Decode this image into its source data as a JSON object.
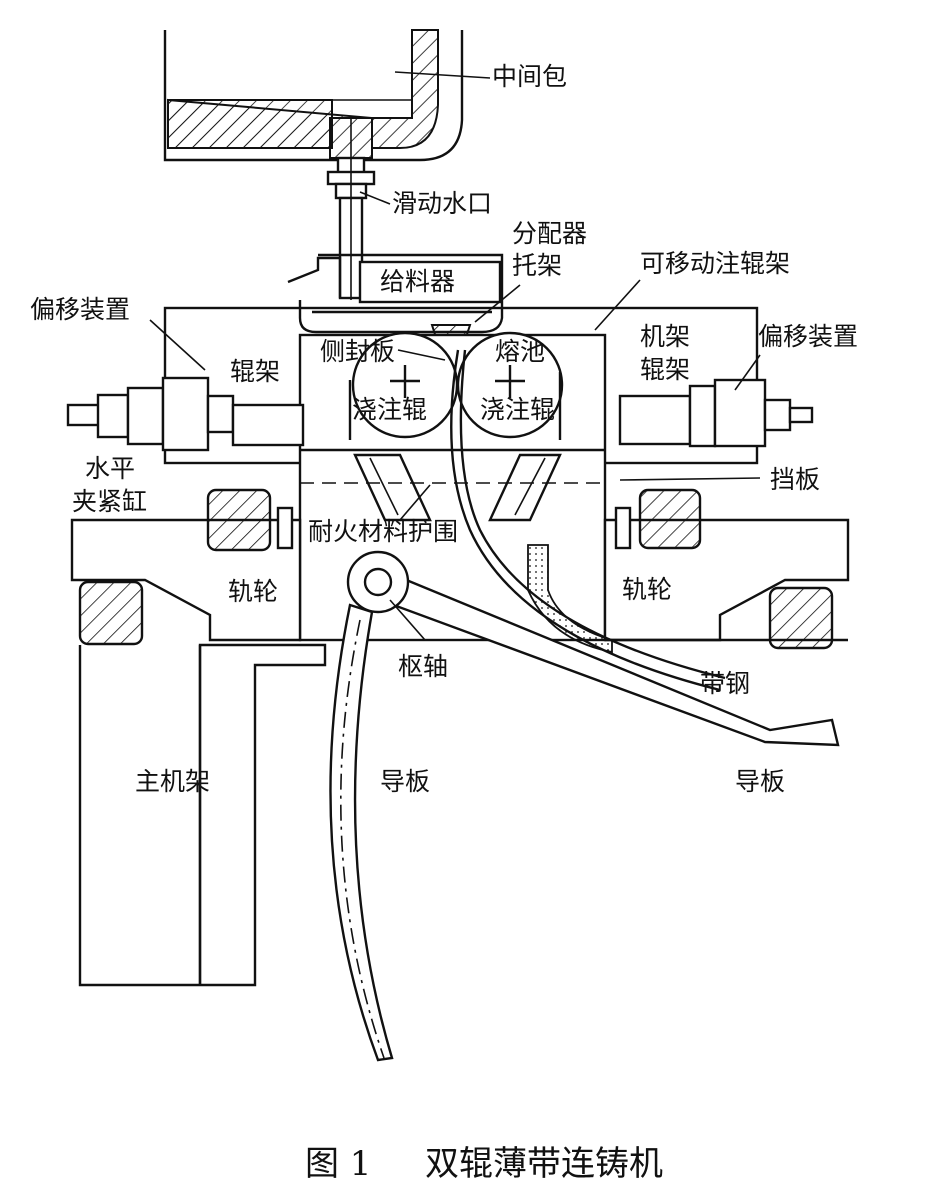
{
  "labels": {
    "tundish": "中间包",
    "slide_gate": "滑动水口",
    "distributor": "分配器",
    "bracket": "托架",
    "feeder": "给料器",
    "movable_roll_frame": "可移动注辊架",
    "offset_left": "偏移装置",
    "offset_right": "偏移装置",
    "roll_frame_left": "辊架",
    "frame": "机架",
    "roll_frame_right": "辊架",
    "side_seal": "侧封板",
    "pool": "熔池",
    "casting_roll_left": "浇注辊",
    "casting_roll_right": "浇注辊",
    "horizontal": "水平",
    "clamp_cylinder": "夹紧缸",
    "baffle": "挡板",
    "refractory": "耐火材料护围",
    "rail_wheel_left": "轨轮",
    "rail_wheel_right": "轨轮",
    "pivot": "枢轴",
    "strip": "带钢",
    "guide_right": "导板",
    "main_frame": "主机架",
    "guide_left": "导板"
  },
  "caption": {
    "number": "图 1",
    "title": "双辊薄带连铸机"
  }
}
